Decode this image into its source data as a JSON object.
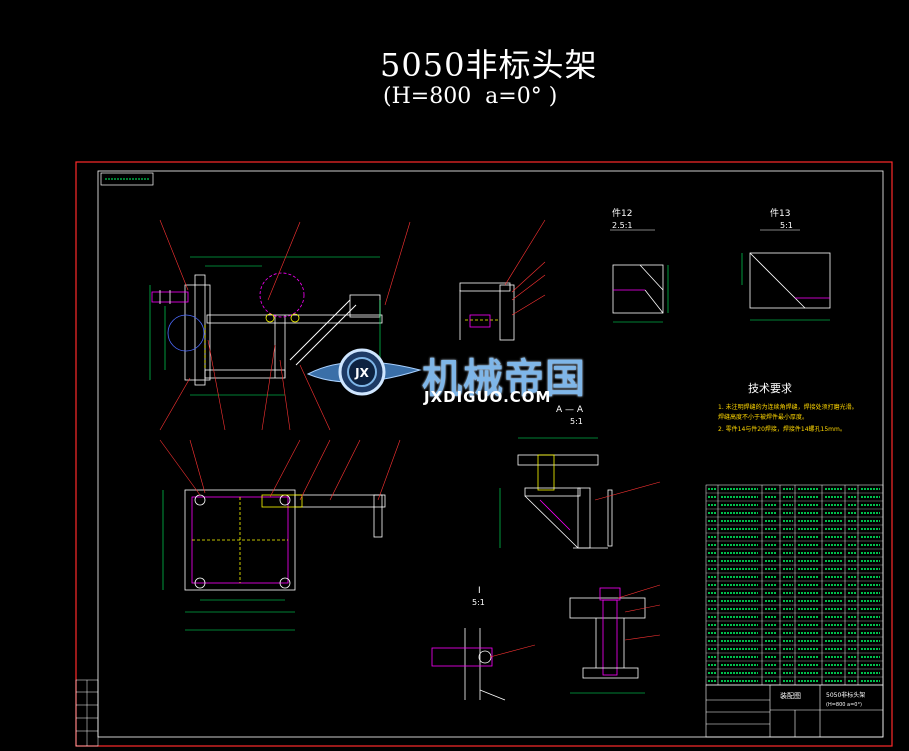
{
  "drawing": {
    "title": "5050非标头架",
    "subtitle": "(H=800  a=0° )"
  },
  "tech_requirements": {
    "title": "技术要求",
    "notes": [
      "1. 未注明焊缝的为连续角焊缝，焊接处须打磨光滑。",
      "   焊缝高度不小于被焊件最小厚度。",
      "2. 零件14与件20焊接，焊接件14螺孔15mm。"
    ]
  },
  "watermark": {
    "logo_text": "机械帝国",
    "domain_text": "JXDIGUO.COM",
    "emblem_text": "JX"
  },
  "views": {
    "detail_1_label": "件12",
    "detail_1_scale": "2.5:1",
    "detail_2_label": "件13",
    "detail_2_scale": "5:1",
    "section_a_label": "A — A",
    "section_a_scale": "5:1",
    "detail_i_label": "I",
    "detail_i_scale": "5:1"
  },
  "title_block": {
    "drawing_name": "5050非标头架",
    "drawing_sub": "(H=800 a=0°)",
    "doc_type": "装配图"
  },
  "colors": {
    "background": "#000000",
    "frame": "#ff2a2a",
    "geometry": "#ffffff",
    "dimension": "#00ff66",
    "leader": "#ff3333",
    "hidden": "#ffff00",
    "accent": "#ff00ff",
    "table_text": "#00ff66"
  }
}
